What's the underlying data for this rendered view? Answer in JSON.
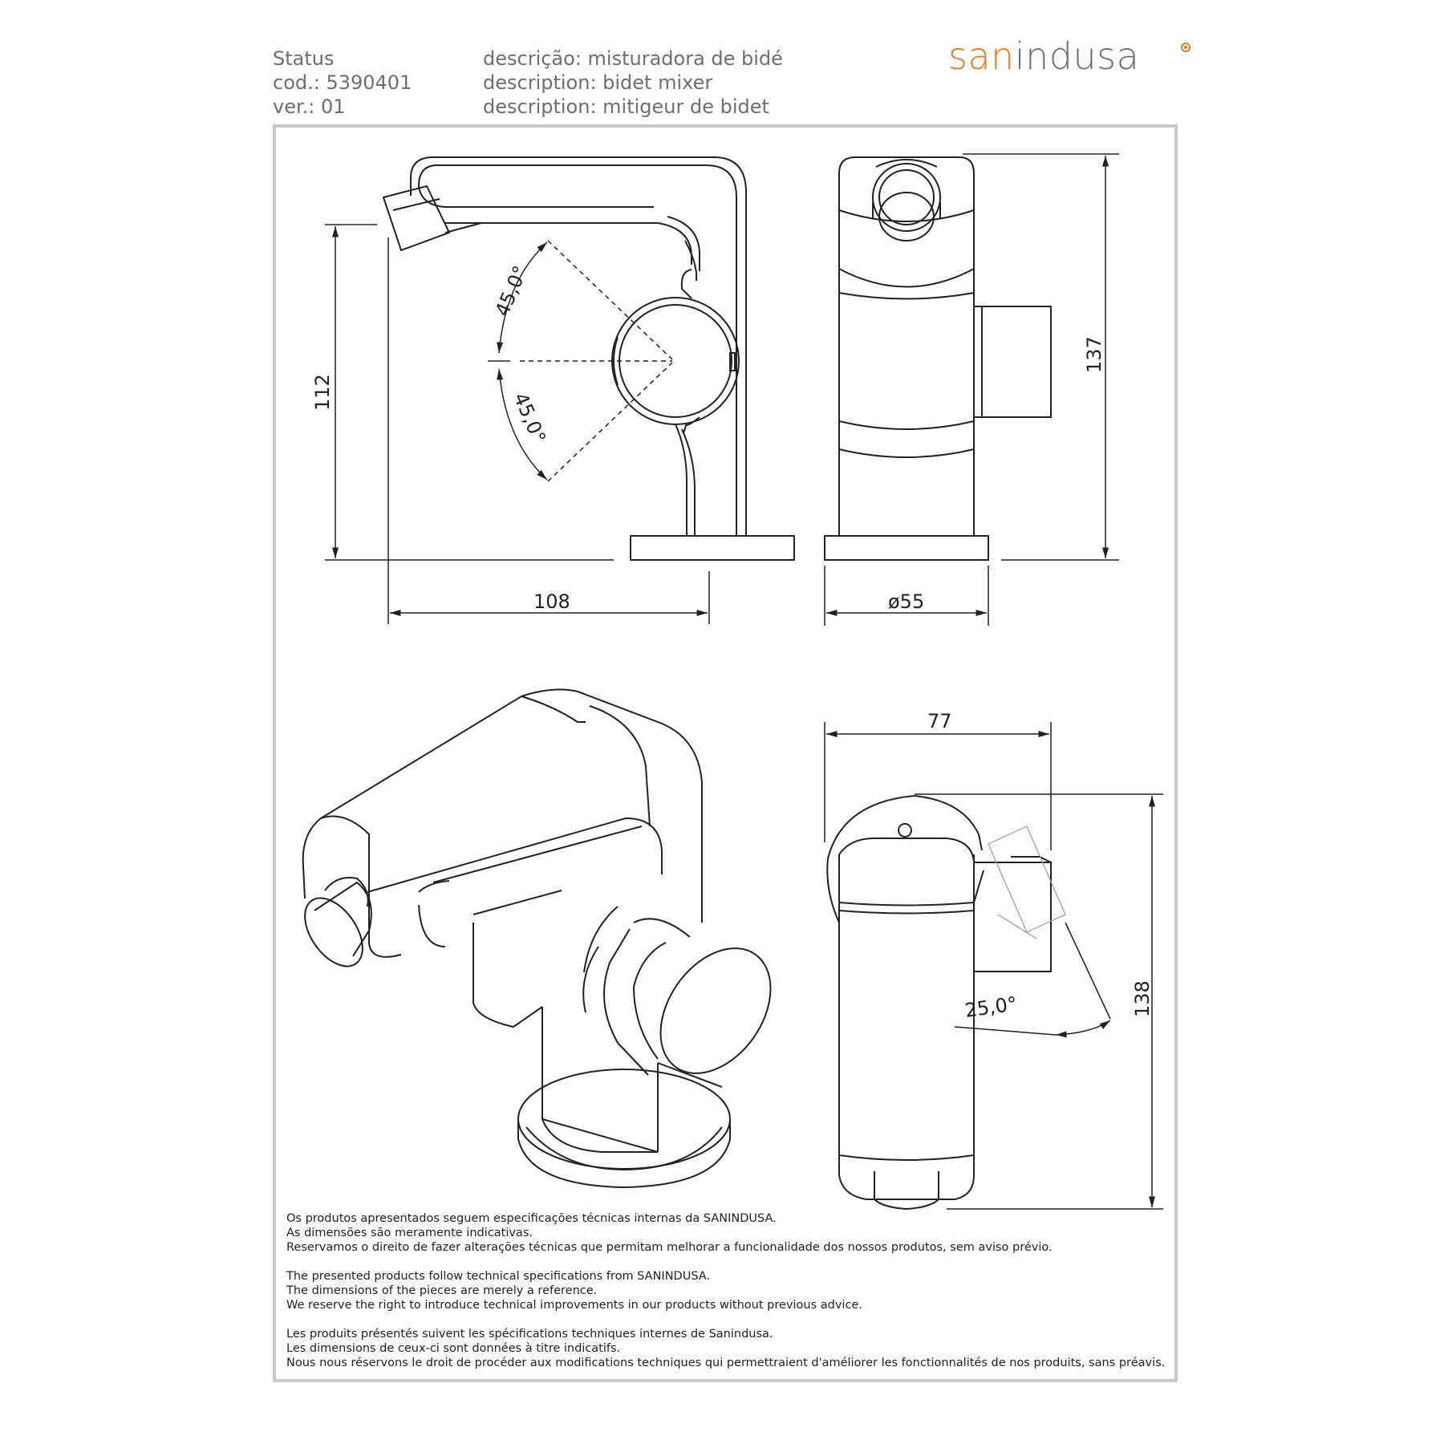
{
  "header": {
    "status": "Status",
    "code": "cod.: 5390401",
    "version": "ver.: 01",
    "description_pt": "descrição: misturadora de bidé",
    "description_en": "description: bidet mixer",
    "description_fr": "description: mitigeur de bidet"
  },
  "logo": {
    "part1": "san",
    "part2": "indusa"
  },
  "dimensions": {
    "height_spout": "112",
    "depth": "108",
    "height_total": "137",
    "base_diameter": "ø55",
    "lever_angle_up": "45,0°",
    "lever_angle_down": "45,0°",
    "top_width": "77",
    "top_height": "138",
    "swivel_angle": "25,0°"
  },
  "notes": {
    "pt": [
      "Os produtos apresentados seguem especificações técnicas internas da SANINDUSA.",
      "As dimensões são meramente indicativas.",
      "Reservamos o direito de fazer alterações técnicas que permitam melhorar a funcionalidade dos nossos produtos, sem aviso prévio."
    ],
    "en": [
      "The presented products follow technical specifications from SANINDUSA.",
      "The dimensions of the pieces are merely a reference.",
      "We reserve the right to introduce technical improvements in our products without previous advice."
    ],
    "fr": [
      "Les produits présentés suivent les spécifications techniques internes de Sanindusa.",
      "Les dimensions de ceux-ci sont données à titre indicatifs.",
      "Nous nous réservons le droit de procéder aux modifications techniques qui permettraient d'améliorer les fonctionnalités de nos produits, sans préavis."
    ]
  },
  "colors": {
    "brand_orange": "#e07b1f",
    "text_gray": "#6f6f6f",
    "frame_gray": "#c9c9c9"
  }
}
